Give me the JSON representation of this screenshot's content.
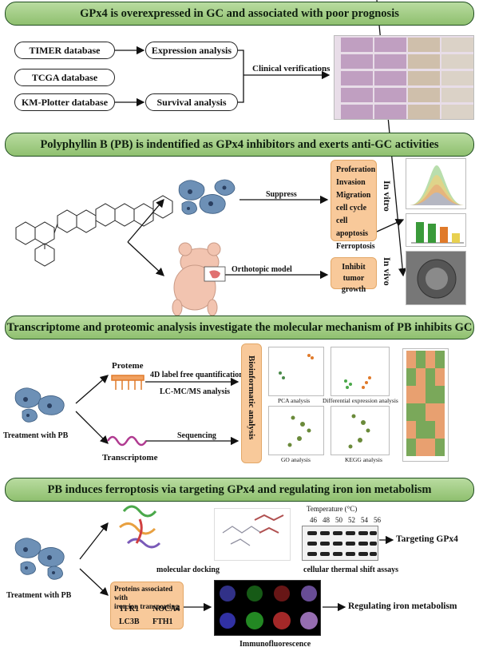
{
  "section1": {
    "title": "GPx4 is overexpressed in GC and associated with poor prognosis",
    "db1": "TIMER database",
    "db2": "TCGA database",
    "db3": "KM-Plotter database",
    "expr": "Expression analysis",
    "surv": "Survival analysis",
    "clinical": "Clinical verifications"
  },
  "section2": {
    "title": "Polyphyllin B (PB) is indentified as GPx4 inhibitors and exerts anti-GC activities",
    "suppress": "Suppress",
    "orthotopic": "Orthotopic model",
    "in_vitro": "In vitro",
    "in_vivo": "In vivo",
    "vitro_items": [
      "Proferation",
      "Invasion",
      "Migration",
      "cell cycle",
      "cell apoptosis",
      "Ferroptosis"
    ],
    "inhibit1": "Inhibit",
    "inhibit2": "tumor growth"
  },
  "section3": {
    "title": "Transcriptome and proteomic analysis investigate the molecular mechanism of PB inhibits GC",
    "treatment": "Treatment with PB",
    "proteme": "Proteme",
    "transcriptome": "Transcriptome",
    "quant": "4D label free quantification",
    "lcms": "LC-MC/MS analysis",
    "sequencing": "Sequencing",
    "bioinf": "Bioinformatic analysis",
    "pca": "PCA analysis",
    "diffexpr": "Differential expression analysis",
    "go": "GO analysis",
    "kegg": "KEGG analysis"
  },
  "section4": {
    "title": "PB induces ferroptosis via targeting GPx4 and regulating iron ion metabolism",
    "treatment": "Treatment with PB",
    "docking": "molecular docking",
    "cetsa": "cellular thermal shift assays",
    "temp_label": "Temperature (°C)",
    "temps": [
      "46",
      "48",
      "50",
      "52",
      "54",
      "56"
    ],
    "targeting": "Targeting GPx4",
    "proteins_title1": "Proteins associated with",
    "proteins_title2": "iron ion transporting",
    "p1": "TFR1",
    "p2": "NOCA4",
    "p3": "LC3B",
    "p4": "FTH1",
    "immuno": "Immunofluorescence",
    "regulating": "Regulating iron metabolism"
  },
  "colors": {
    "banner": "#a8d08d",
    "orange_box": "#f8c99a",
    "cell": "#5b82a8",
    "mouse": "#f2c4b0"
  }
}
